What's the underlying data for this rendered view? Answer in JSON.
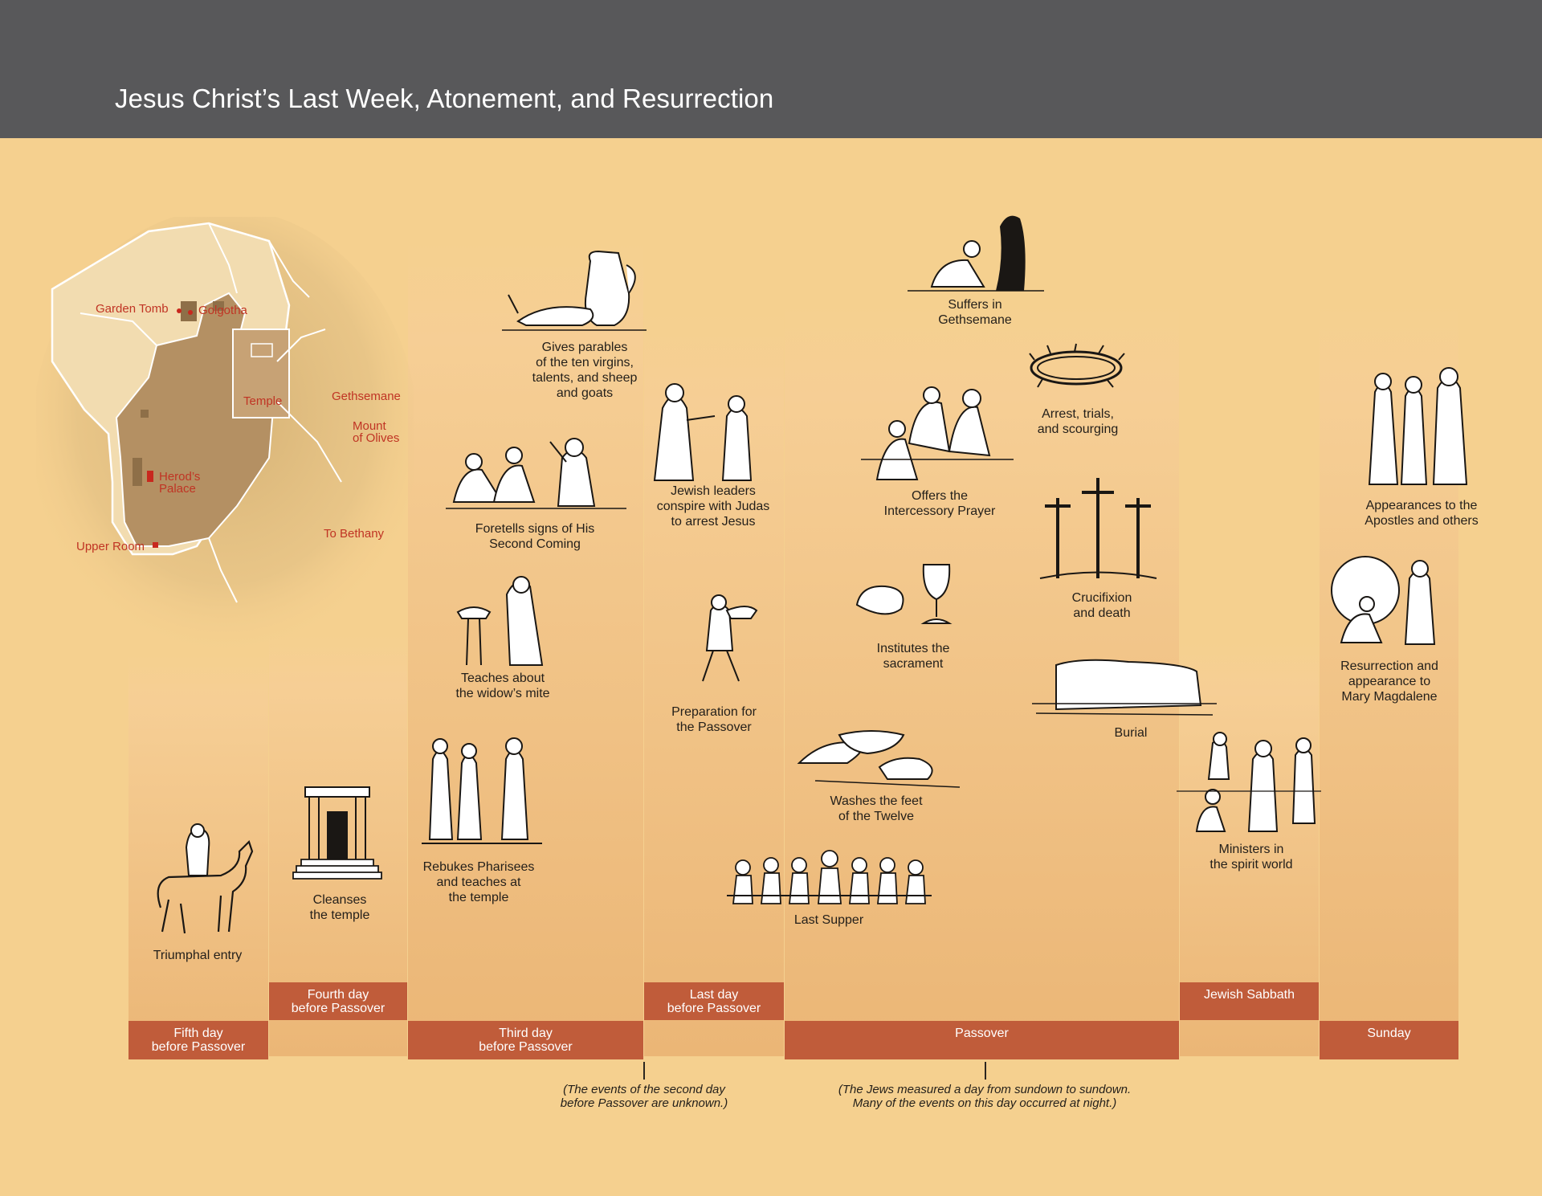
{
  "title": "Jesus Christ’s Last Week, Atonement, and Resurrection",
  "colors": {
    "header": "#58585a",
    "background": "#f5d08f",
    "bar": "#c05c3a",
    "map_label": "#c03424"
  },
  "map": {
    "labels": {
      "garden_tomb": "Garden Tomb",
      "golgotha": "Golgotha",
      "temple": "Temple",
      "gethsemane": "Gethsemane",
      "mount_of_olives": "Mount\nof Olives",
      "herods_palace": "Herod’s\nPalace",
      "upper_room": "Upper Room",
      "to_bethany": "To Bethany"
    }
  },
  "timeline": {
    "days": [
      "Fifth day\nbefore Passover",
      "Fourth day\nbefore Passover",
      "Third day\nbefore Passover",
      "Last day\nbefore Passover",
      "Passover",
      "Jewish Sabbath",
      "Sunday"
    ],
    "notes": [
      "(The events of the second day\nbefore Passover are unknown.)",
      "(The Jews measured a day from sundown to sundown.\nMany of the events on this day occurred at night.)"
    ]
  },
  "events": {
    "triumphal_entry": "Triumphal entry",
    "cleanses_temple": "Cleanses\nthe temple",
    "rebukes_pharisees": "Rebukes Pharisees\nand teaches at\nthe temple",
    "widows_mite": "Teaches about\nthe widow’s mite",
    "foretells_signs": "Foretells signs of His\nSecond Coming",
    "gives_parables": "Gives parables\nof the ten virgins,\ntalents, and sheep\nand goats",
    "jewish_leaders_conspire": "Jewish leaders\nconspire with Judas\nto arrest Jesus",
    "preparation_passover": "Preparation for\nthe Passover",
    "last_supper": "Last Supper",
    "washes_feet": "Washes the feet\nof the Twelve",
    "institutes_sacrament": "Institutes the\nsacrament",
    "intercessory_prayer": "Offers the\nIntercessory Prayer",
    "suffers_gethsemane": "Suffers in\nGethsemane",
    "arrest_trials": "Arrest, trials,\nand scourging",
    "crucifixion": "Crucifixion\nand death",
    "burial": "Burial",
    "ministers_spirit_world": "Ministers in\nthe spirit world",
    "resurrection": "Resurrection and\nappearance to\nMary Magdalene",
    "appearances_apostles": "Appearances to the\nApostles and others"
  }
}
